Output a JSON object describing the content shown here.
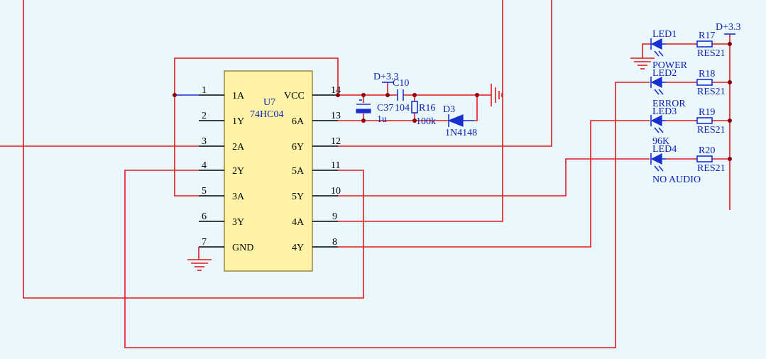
{
  "ic": {
    "designator": "U7",
    "part": "74HC04",
    "left_pins": [
      {
        "num": "1",
        "name": "1A"
      },
      {
        "num": "2",
        "name": "1Y"
      },
      {
        "num": "3",
        "name": "2A"
      },
      {
        "num": "4",
        "name": "2Y"
      },
      {
        "num": "5",
        "name": "3A"
      },
      {
        "num": "6",
        "name": "3Y"
      },
      {
        "num": "7",
        "name": "GND"
      }
    ],
    "right_pins": [
      {
        "num": "14",
        "name": "VCC"
      },
      {
        "num": "13",
        "name": "6A"
      },
      {
        "num": "12",
        "name": "6Y"
      },
      {
        "num": "11",
        "name": "5A"
      },
      {
        "num": "10",
        "name": "5Y"
      },
      {
        "num": "9",
        "name": "4A"
      },
      {
        "num": "8",
        "name": "4Y"
      }
    ],
    "body_color": "#fff3a8"
  },
  "power_net": "D+3.3",
  "power_net_right": "D+3.3",
  "c37": {
    "ref": "C37",
    "value": "1u"
  },
  "c10": {
    "ref": "C10",
    "value": "104"
  },
  "r16": {
    "ref": "R16",
    "value": "100k"
  },
  "d3": {
    "ref": "D3",
    "value": "1N4148"
  },
  "leds": [
    {
      "ref": "LED1",
      "label": "POWER",
      "res_ref": "R17",
      "res_val": "RES21"
    },
    {
      "ref": "LED2",
      "label": "ERROR",
      "res_ref": "R18",
      "res_val": "RES21"
    },
    {
      "ref": "LED3",
      "label": "96K",
      "res_ref": "R19",
      "res_val": "RES21"
    },
    {
      "ref": "LED4",
      "label": "NO AUDIO",
      "res_ref": "R20",
      "res_val": "RES21"
    }
  ],
  "colors": {
    "wire": "#e0191e",
    "component": "#1a2fd0",
    "junction": "#8b0000",
    "background": "#eaf7fc"
  }
}
